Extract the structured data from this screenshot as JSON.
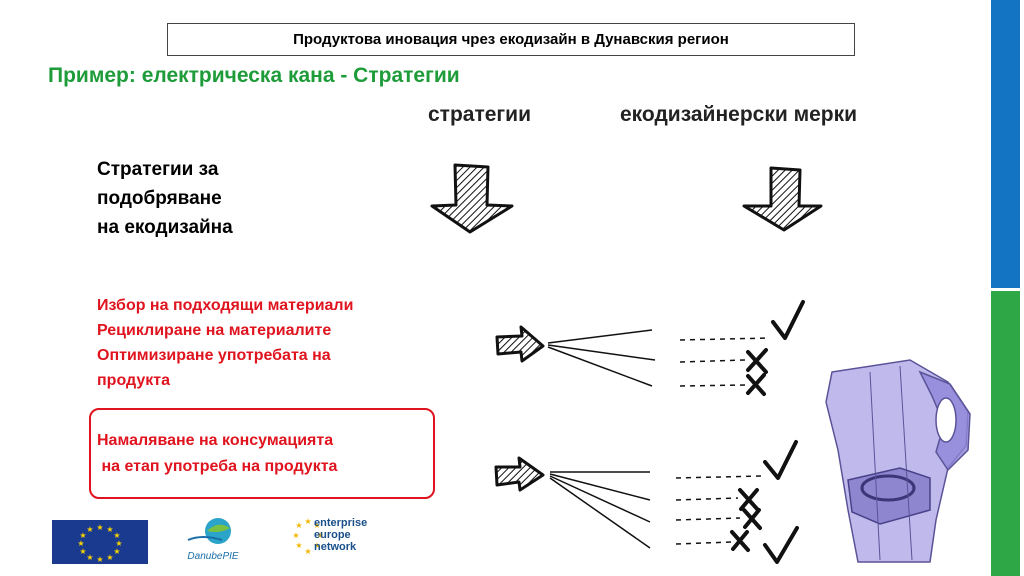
{
  "header": {
    "title": "Продуктова иновация чрез екодизайн в Дунавския регион"
  },
  "slide": {
    "subtitle": "Пример: електрическа кана - Стратегии",
    "column_labels": {
      "strategies": "стратегии",
      "measures": "екодизайнерски  мерки"
    },
    "intro": {
      "line1": "Стратегии за",
      "line2": "подобряване",
      "line3": "на екодизайна"
    },
    "strategy_list": {
      "item1": "Избор на подходящи материали",
      "item2": "Рециклиране на материалите",
      "item3": "Оптимизиране употребата на",
      "item4": "продукта"
    },
    "highlight": {
      "line1": "Намаляване на консумацията",
      "line2": " на етап употреба на продукта"
    }
  },
  "logos": {
    "danube": "DanubePIE",
    "een_line1": "enterprise",
    "een_line2": "europe",
    "een_line3": "network"
  },
  "colors": {
    "subtitle_green": "#1e9c3a",
    "strategy_red": "#e0141e",
    "side_bar_blue": "#1374c3",
    "side_bar_green": "#2ea846",
    "kettle_purple": "#8f86d8"
  }
}
